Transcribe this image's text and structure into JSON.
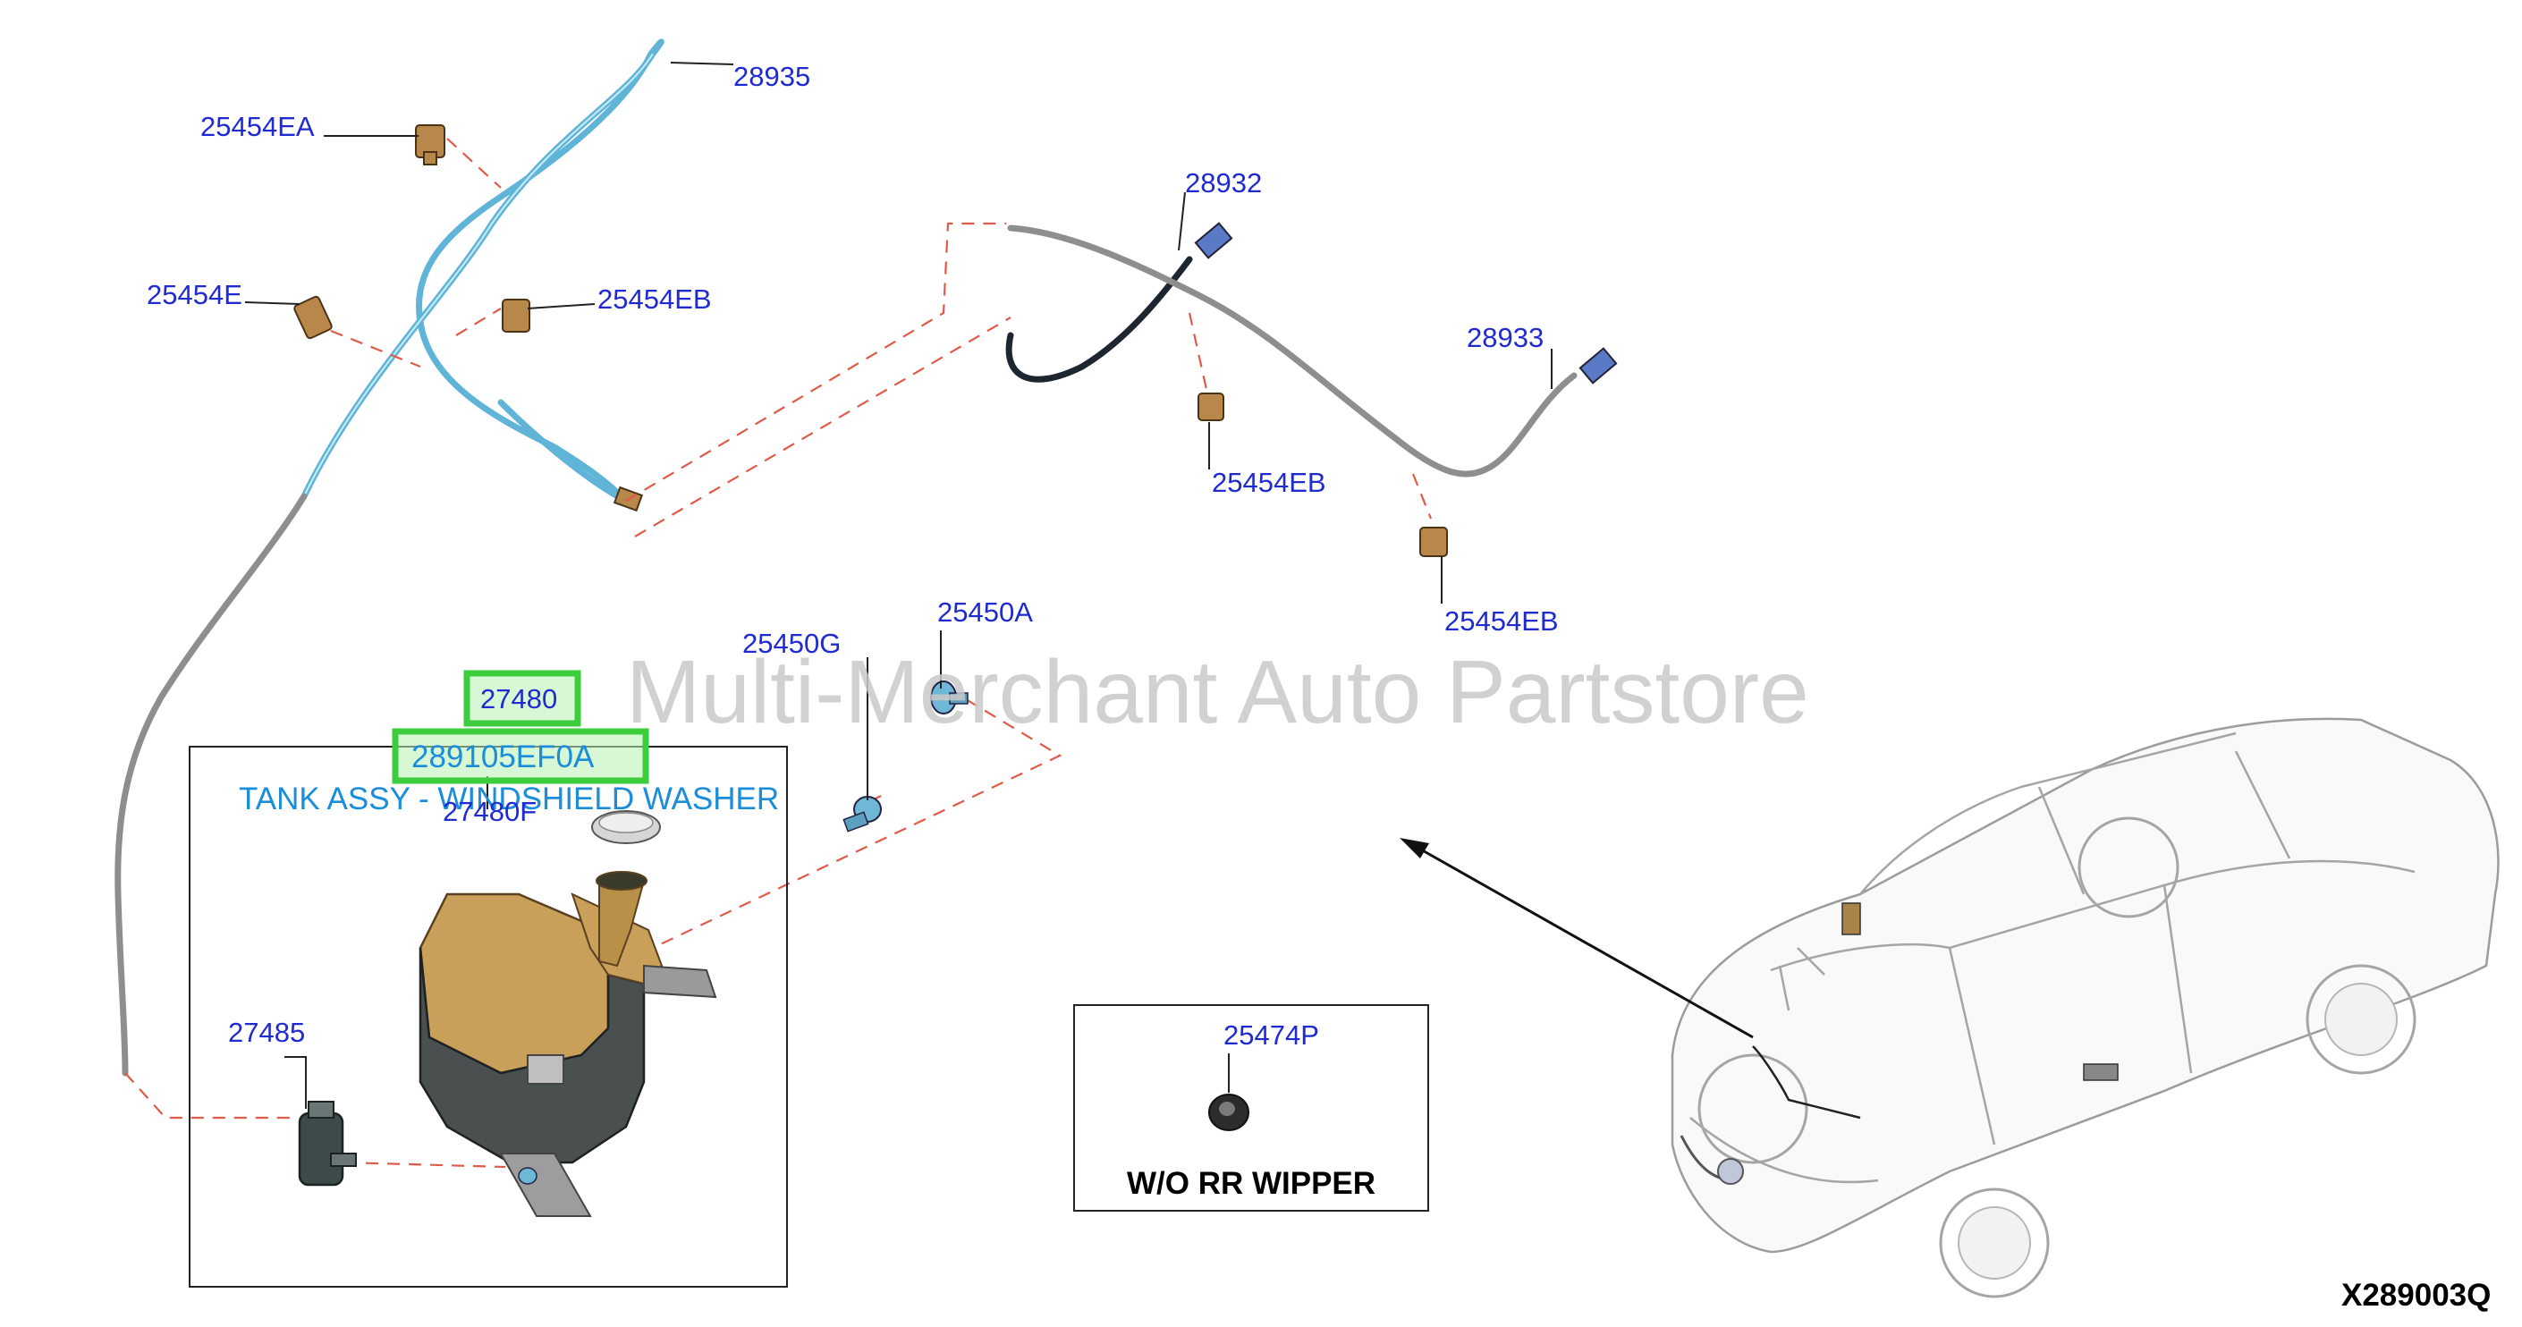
{
  "watermark": "Multi-Merchant Auto Partstore",
  "description": "TANK ASSY - WINDSHIELD WASHER",
  "diagram_code": "X289003Q",
  "inset_title": "W/O RR WIPPER",
  "parts": {
    "p28935": "28935",
    "p25454EA": "25454EA",
    "p25454E": "25454E",
    "p25454EB_top": "25454EB",
    "p28932": "28932",
    "p28933": "28933",
    "p25454EB_mid": "25454EB",
    "p25454EB_right": "25454EB",
    "p25450G": "25450G",
    "p25450A": "25450A",
    "p27480": "27480",
    "p289105EF0A": "289105EF0A",
    "p27480F": "27480F",
    "p27485": "27485",
    "p25474P": "25474P"
  },
  "colors": {
    "label_blue": "#1f2bd1",
    "description_blue": "#1a8ddb",
    "highlight_green": "#3ccd3c",
    "dashed_red": "#e05a4a",
    "hose_blue": "#5fb4d8",
    "tank_tan": "#c9a05a"
  }
}
